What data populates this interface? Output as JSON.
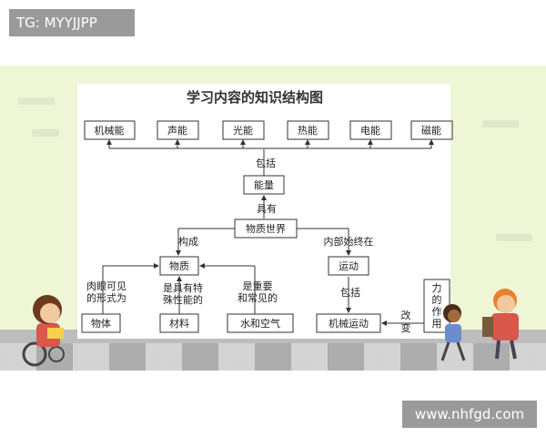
{
  "tag_label": "TG: MYYJJPP",
  "watermark": "www.nhfgd.com",
  "diagram": {
    "title": "学习内容的知识结构图",
    "top_energies": [
      "机械能",
      "声能",
      "光能",
      "热能",
      "电能",
      "磁能"
    ],
    "label_contains": "包括",
    "energy": "能量",
    "label_has": "具有",
    "material_world": "物质世界",
    "label_composes": "构成",
    "label_internal_motion": "内部始终在",
    "matter": "物质",
    "motion": "运动",
    "label_visible_forms": [
      "肉眼可见",
      "的形式为"
    ],
    "label_special_properties": [
      "是具有特",
      "殊性能的"
    ],
    "label_important_common": [
      "是重要",
      "和常见的"
    ],
    "label_includes": "包括",
    "bottom_items": [
      "物体",
      "材料",
      "水和空气"
    ],
    "mechanical_motion": "机械运动",
    "label_change": [
      "改",
      "变"
    ],
    "force_effect": [
      "力",
      "的",
      "作",
      "用"
    ]
  }
}
